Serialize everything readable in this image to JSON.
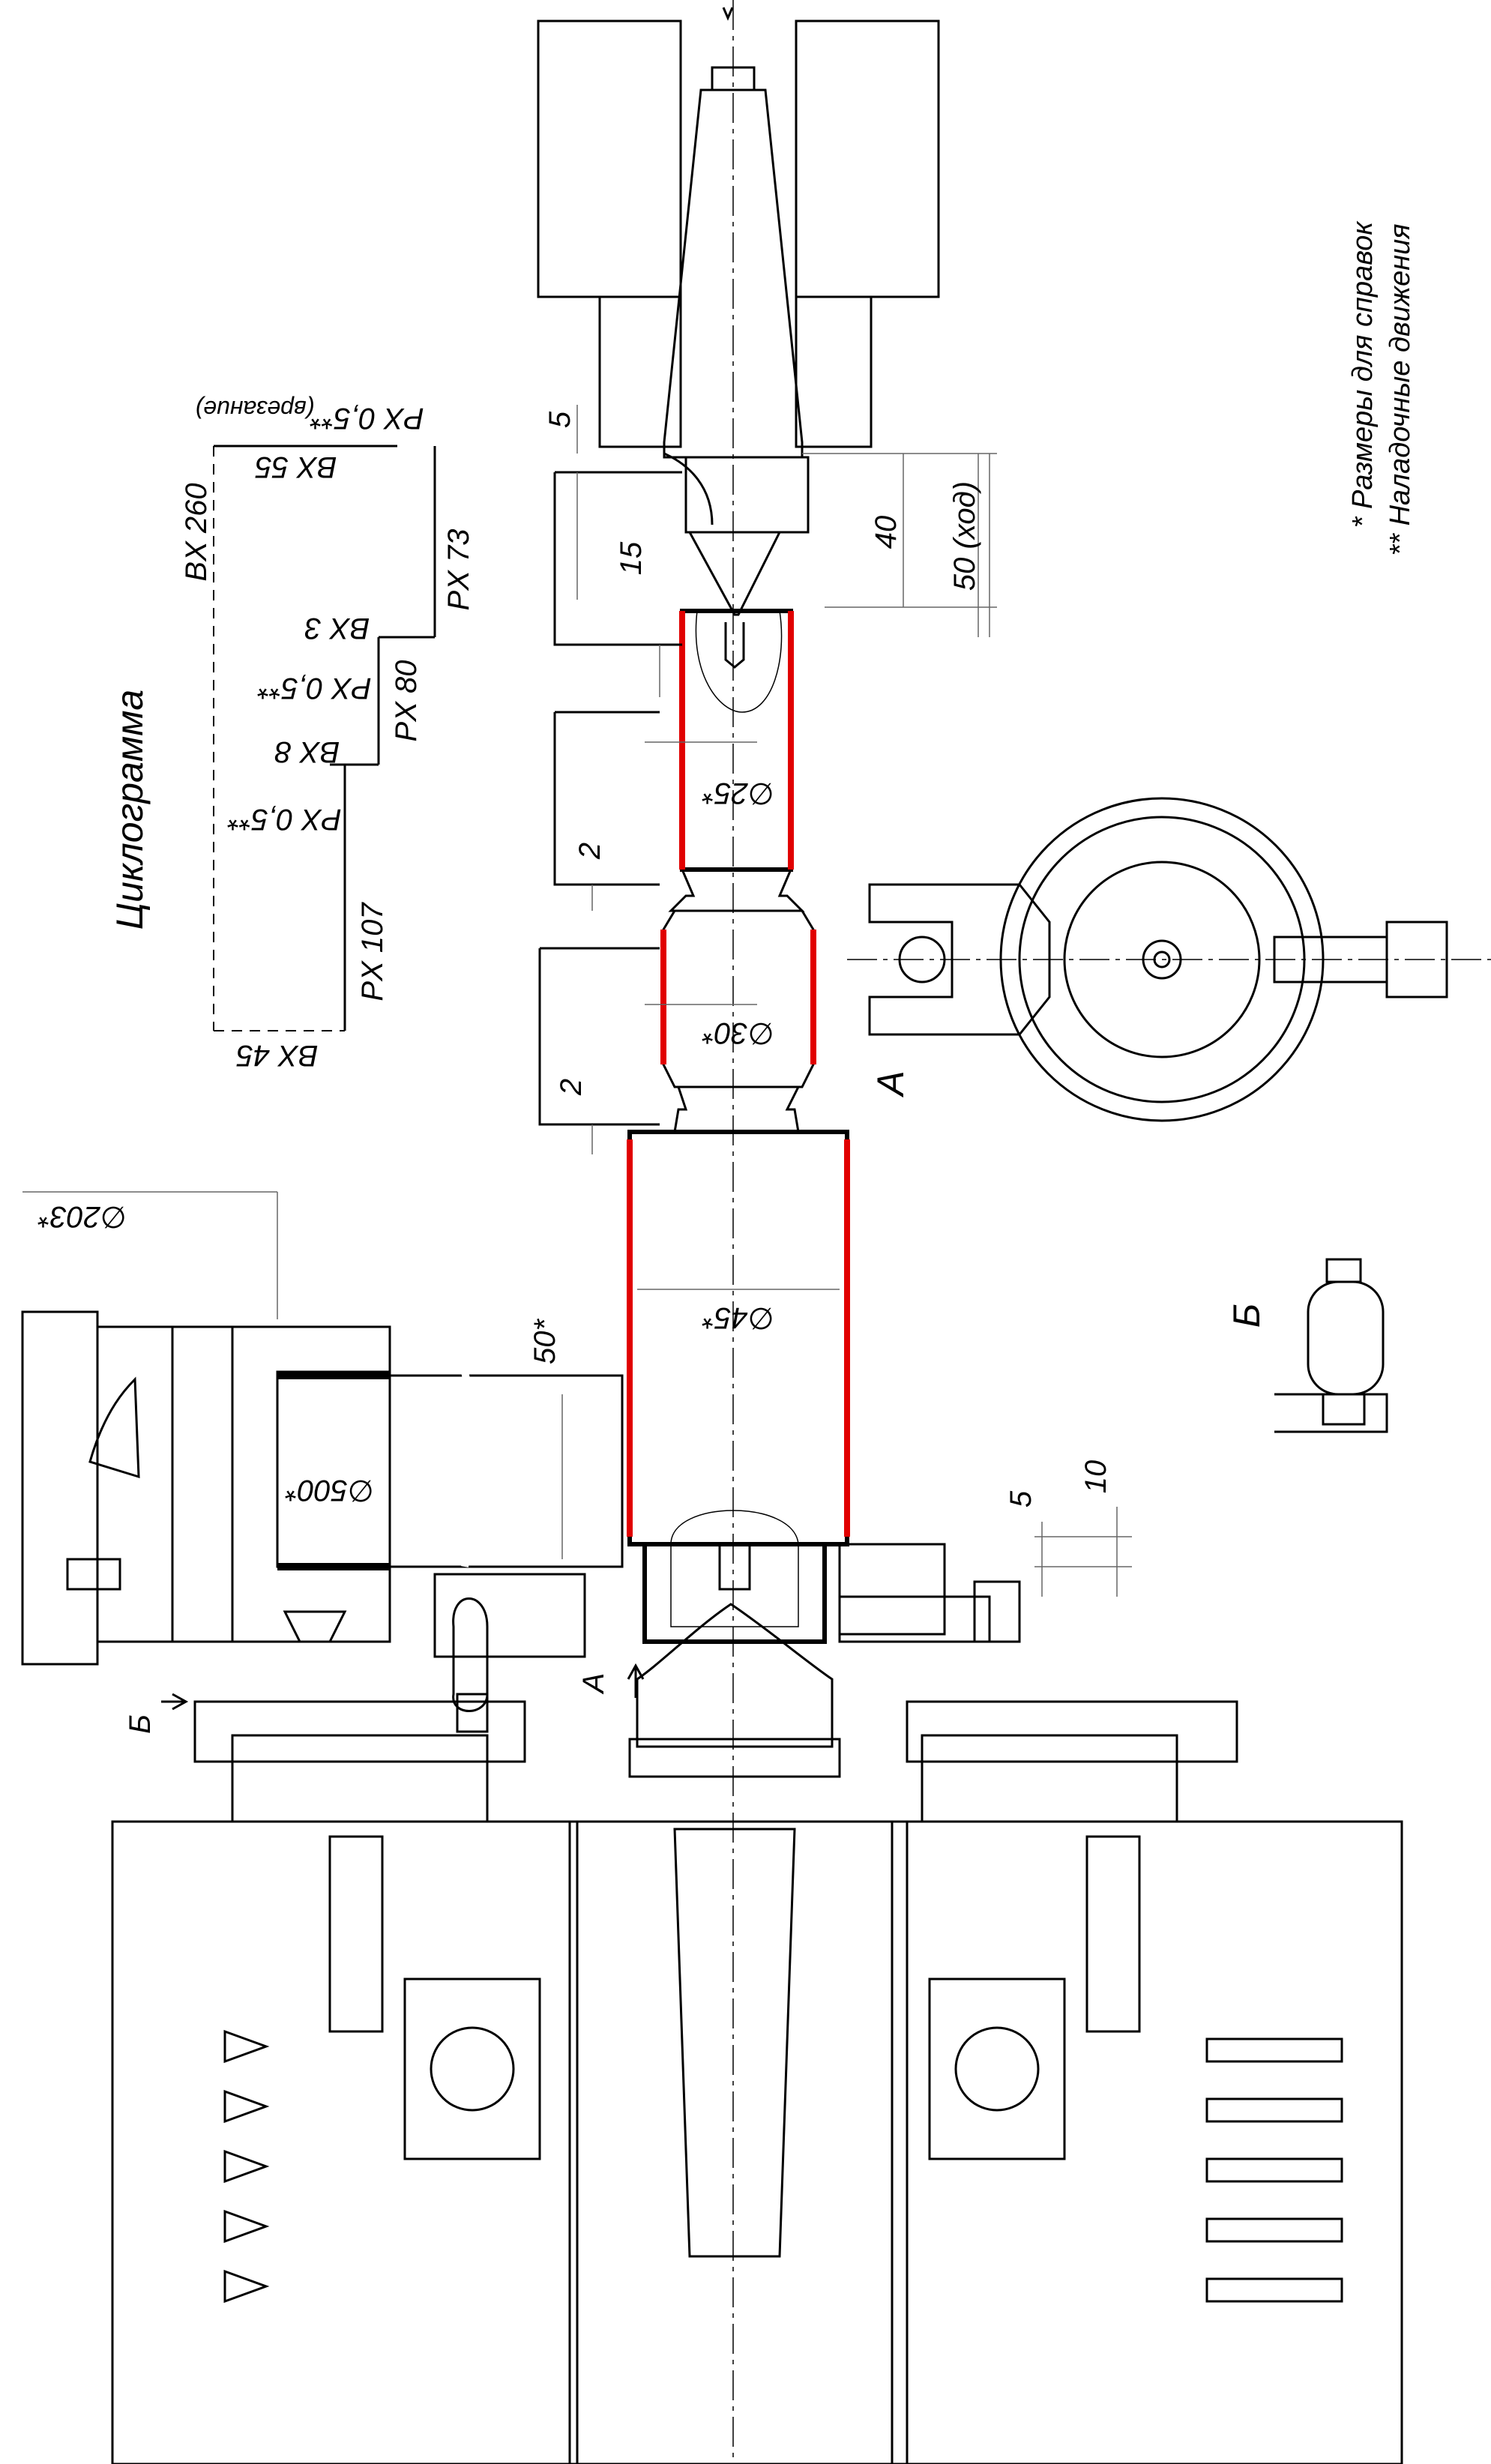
{
  "cyclogram": {
    "title": "Циклограмма",
    "labels": {
      "bx260": "BX 260",
      "bx55": "BX 55",
      "px05_cut": "PX 0,5**",
      "cut_note": "(врезание)",
      "bx3": "BX 3",
      "px73": "PX 73",
      "px05_b": "PX 0,5**",
      "bx8": "BX 8",
      "px80": "PX 80",
      "px05_c": "PX 0,5**",
      "px107": "PX 107",
      "bx45": "BX 45"
    }
  },
  "dimensions": {
    "d25": "∅25*",
    "d30": "∅30*",
    "d45": "∅45*",
    "d500": "∅500*",
    "d203": "∅203*",
    "w50": "50*",
    "s5_top": "5",
    "s15": "15",
    "s40": "40",
    "stroke50": "50 (ход)",
    "s2_a": "2",
    "s2_b": "2",
    "s5_bottom": "5",
    "s10": "10"
  },
  "views": {
    "section_a": "А",
    "arrow_a": "А",
    "arrow_b": "Б",
    "view_b": "Б"
  },
  "notes": {
    "note1": "* Размеры для справок",
    "note2": "** Наладочные движения"
  },
  "colors": {
    "highlight": "#e10000",
    "wheel_fill": "#c9c9c9"
  }
}
